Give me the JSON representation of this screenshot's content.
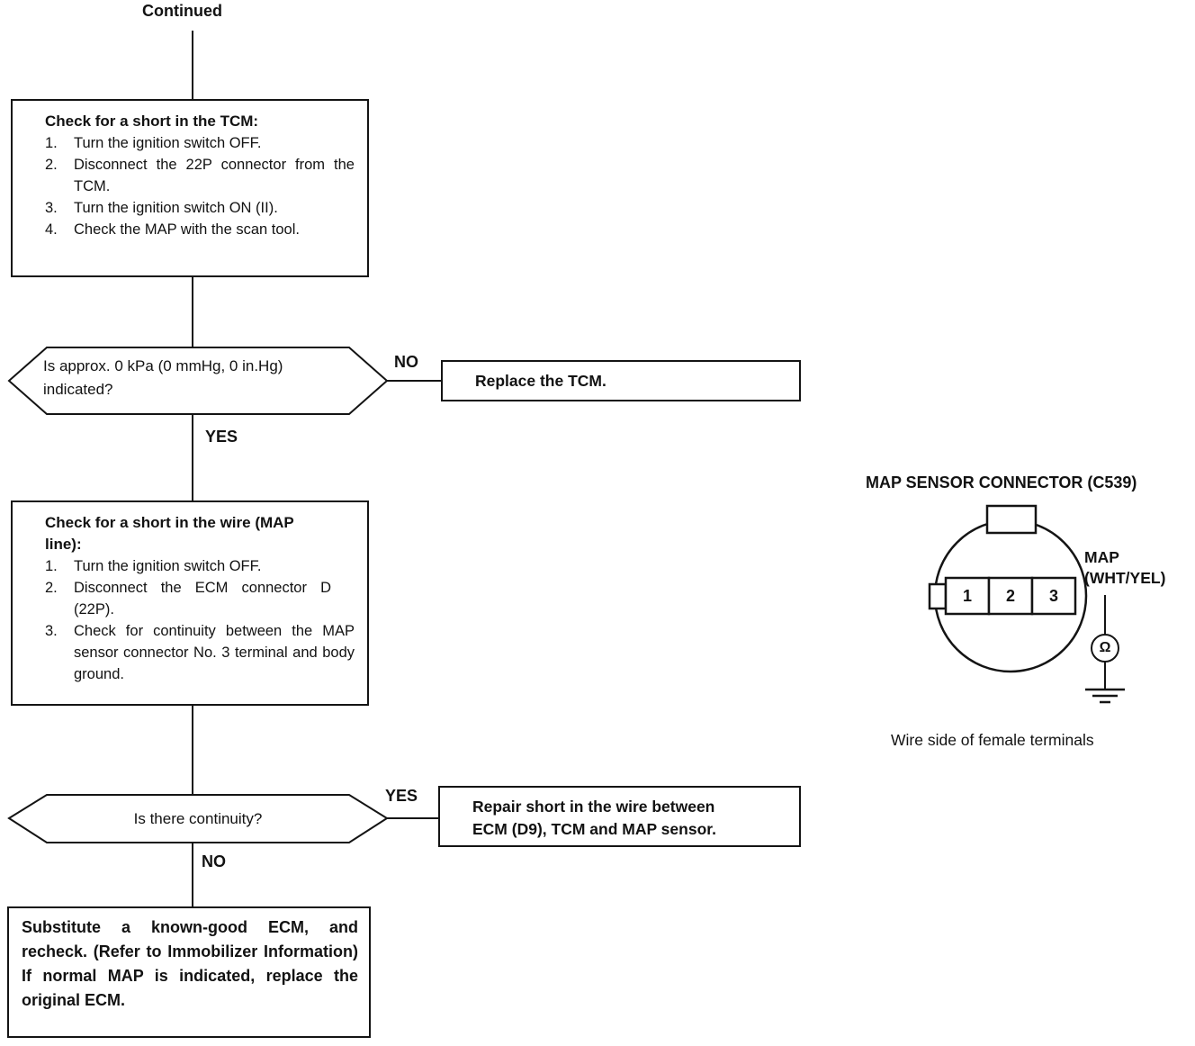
{
  "flow": {
    "continued_label": "Continued",
    "box_check_tcm": {
      "title": "Check for a short in the TCM:",
      "steps": [
        {
          "num": "1.",
          "text": "Turn the ignition switch OFF."
        },
        {
          "num": "2.",
          "text": "Disconnect the 22P connector from the TCM."
        },
        {
          "num": "3.",
          "text": "Turn the ignition switch ON (II)."
        },
        {
          "num": "4.",
          "text": "Check the MAP with the scan tool."
        }
      ]
    },
    "decision_map_reading": {
      "question": "Is approx. 0 kPa (0 mmHg, 0 in.Hg) indicated?",
      "no_label": "NO",
      "yes_label": "YES"
    },
    "box_replace_tcm": {
      "text": "Replace the TCM."
    },
    "box_check_wire": {
      "title": "Check for a short in the wire (MAP line):",
      "steps": [
        {
          "num": "1.",
          "text": "Turn the ignition switch OFF."
        },
        {
          "num": "2.",
          "text": "Disconnect the ECM connector D (22P)."
        },
        {
          "num": "3.",
          "text": "Check for continuity between the MAP sensor connector No. 3 terminal and body ground."
        }
      ]
    },
    "decision_continuity": {
      "question": "Is there continuity?",
      "yes_label": "YES",
      "no_label": "NO"
    },
    "box_repair_short": {
      "text": "Repair short in the wire between ECM (D9), TCM and MAP sensor."
    },
    "box_substitute_ecm": {
      "text": "Substitute a known-good ECM, and recheck. (Refer to Immobilizer Information) If normal MAP is indicated, replace the original ECM."
    }
  },
  "connector_diagram": {
    "title": "MAP SENSOR CONNECTOR (C539)",
    "terminals": [
      "1",
      "2",
      "3"
    ],
    "wire_label_line1": "MAP",
    "wire_label_line2": "(WHT/YEL)",
    "ohm_symbol": "Ω",
    "caption": "Wire side of female terminals"
  }
}
